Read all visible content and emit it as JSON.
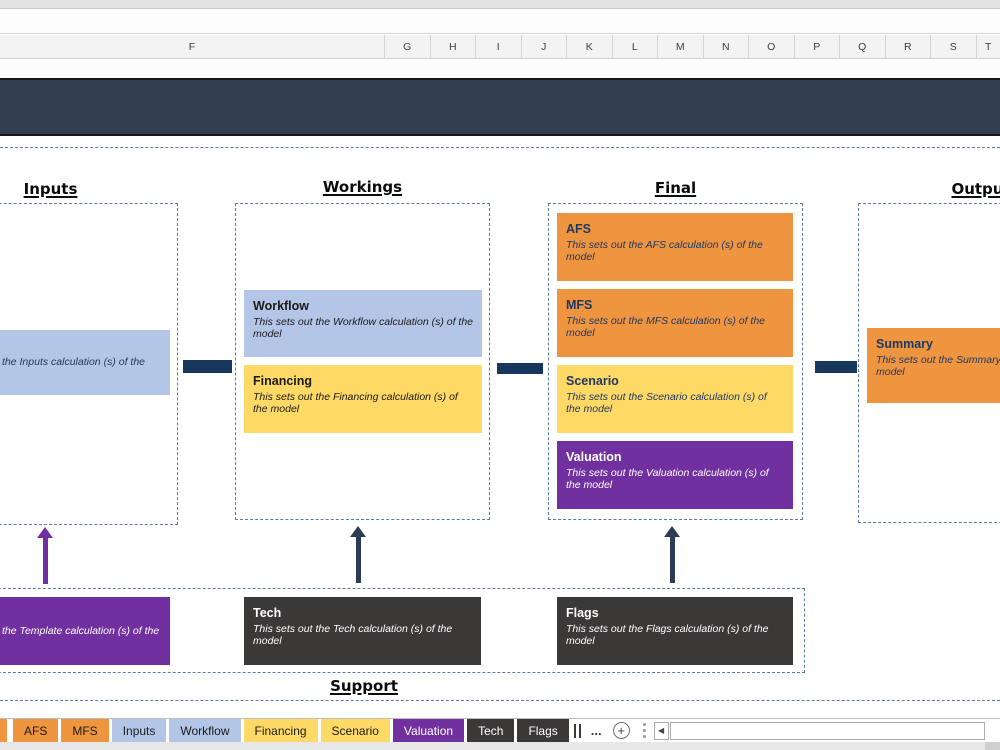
{
  "spreadsheet": {
    "column_headers": [
      "F",
      "G",
      "H",
      "I",
      "J",
      "K",
      "L",
      "M",
      "N",
      "O",
      "P",
      "Q",
      "R",
      "S",
      "T"
    ]
  },
  "colors": {
    "band_navy": "#333F50",
    "connector_navy": "#17375E",
    "accent_navy_text": "#1F3864",
    "orange": "#F0953F",
    "yellow": "#FFD966",
    "light_blue": "#B4C6E7",
    "purple": "#7030A0",
    "dark_gray": "#3B3838"
  },
  "diagram": {
    "section_titles": {
      "inputs": "Inputs",
      "workings": "Workings",
      "final": "Final",
      "outputs": "Outputs",
      "support": "Support"
    },
    "boxes": {
      "inputs": {
        "desc": "the Inputs calculation (s) of the"
      },
      "workflow": {
        "title": "Workflow",
        "desc": "This sets out the Workflow calculation (s) of the model"
      },
      "financing": {
        "title": "Financing",
        "desc": "This sets out the Financing calculation (s) of the model"
      },
      "afs": {
        "title": "AFS",
        "desc": "This sets out the AFS calculation (s) of the model"
      },
      "mfs": {
        "title": "MFS",
        "desc": "This sets out the MFS calculation (s) of the model"
      },
      "scenario": {
        "title": "Scenario",
        "desc": "This sets out the Scenario calculation (s) of the model"
      },
      "valuation": {
        "title": "Valuation",
        "desc": "This sets out the Valuation calculation (s) of the model"
      },
      "summary": {
        "title": "Summary",
        "desc": "This sets out the Summary model"
      },
      "template": {
        "desc": "the Template calculation (s) of the"
      },
      "tech": {
        "title": "Tech",
        "desc": "This sets out the Tech calculation (s) of the model"
      },
      "flags": {
        "title": "Flags",
        "desc": "This sets out the Flags calculation (s) of the model"
      }
    }
  },
  "sheet_tabs": {
    "items": [
      {
        "label": "AFS"
      },
      {
        "label": "MFS"
      },
      {
        "label": "Inputs"
      },
      {
        "label": "Workflow"
      },
      {
        "label": "Financing"
      },
      {
        "label": "Scenario"
      },
      {
        "label": "Valuation"
      },
      {
        "label": "Tech"
      },
      {
        "label": "Flags"
      }
    ],
    "overflow_label": "...",
    "add_label": "+"
  }
}
